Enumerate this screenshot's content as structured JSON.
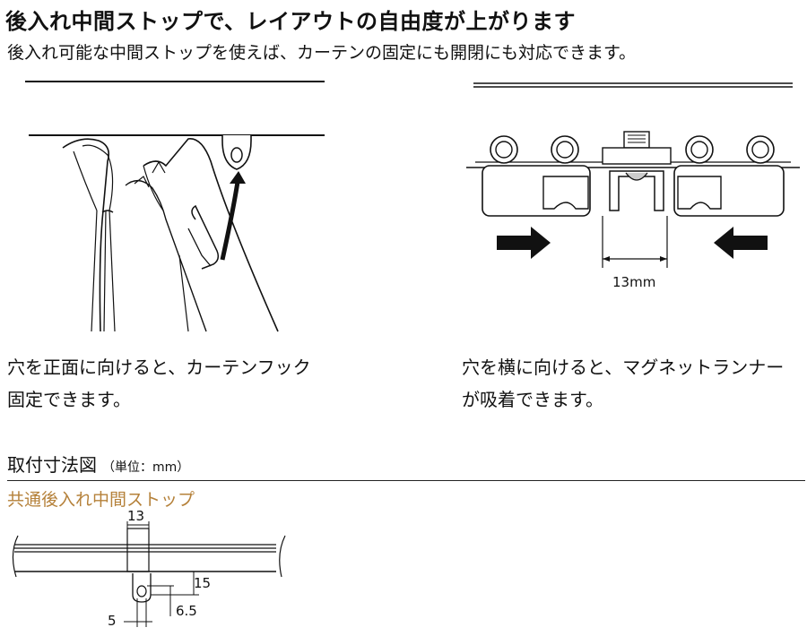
{
  "header": {
    "title": "後入れ中間ストップで、レイアウトの自由度が上がります",
    "subtitle": "後入れ可能な中間ストップを使えば、カーテンの固定にも開閉にも対応できます。"
  },
  "left_figure": {
    "caption_line1": "穴を正面に向けると、カーテンフック",
    "caption_line2": "固定できます。"
  },
  "right_figure": {
    "dimension_label": "13mm",
    "caption_line1": "穴を横に向けると、マグネットランナー",
    "caption_line2": "が吸着できます。"
  },
  "dimensions_section": {
    "title": "取付寸法図",
    "unit": "（単位：mm）",
    "subheading": "共通後入れ中間ストップ",
    "labels": {
      "width_top": "13",
      "height": "15",
      "hole_offset": "6.5",
      "hole_width": "5"
    }
  },
  "colors": {
    "accent": "#b5813a",
    "ink": "#1a1a1a"
  }
}
